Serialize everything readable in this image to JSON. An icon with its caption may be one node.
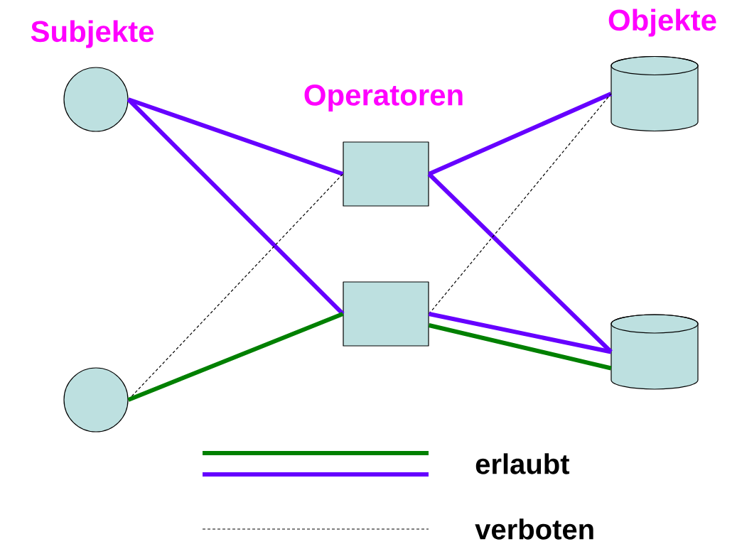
{
  "diagram": {
    "nodes": [
      {
        "text": [],
        "shape": "circle"
      },
      {
        "text": [],
        "shape": "circle"
      },
      {
        "text": [],
        "shape": "box"
      },
      {
        "text": [],
        "shape": "box"
      },
      {
        "text": [],
        "shape": "cylinder"
      },
      {
        "text": [],
        "shape": "cylinder"
      }
    ],
    "edges": [
      {
        "from": 0,
        "to": 2,
        "arrow": "none"
      },
      {
        "from": 0,
        "to": 3,
        "arrow": "none"
      },
      {
        "from": 1,
        "to": 2,
        "arrow": "none",
        "style": "dashed",
        "color": "#000000"
      },
      {
        "from": 1,
        "to": 3,
        "arrow": "none",
        "color": "#008000"
      },
      {
        "from": 2,
        "to": 4,
        "arrow": "none"
      },
      {
        "from": 2,
        "to": 5,
        "arrow": "none"
      },
      {
        "from": 3,
        "to": 4,
        "arrow": "none",
        "style": "dashed",
        "color": "#000000"
      },
      {
        "from": 3,
        "to": 5,
        "arrow": "none"
      },
      {
        "from": 3,
        "to": 5,
        "arrow": "none",
        "color": "#008000"
      }
    ],
    "labels": [
      "Subjekte",
      "Operatoren",
      "Objekte"
    ],
    "legend": [
      {
        "text": "erlaubt"
      },
      {
        "text": "verboten"
      }
    ]
  }
}
